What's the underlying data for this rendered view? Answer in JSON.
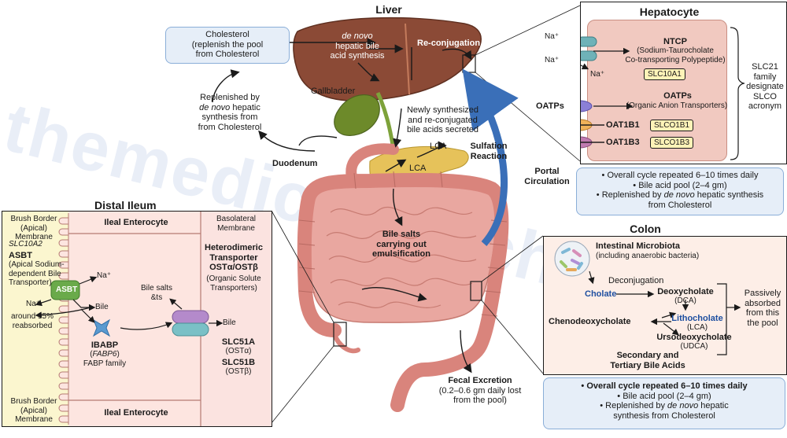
{
  "liver": {
    "title": "Liver",
    "denovo_1": "de novo",
    "denovo_2": "hepatic bile",
    "denovo_3": "acid synthesis",
    "reconjugation": "Re-conjugation",
    "gallbladder": "Gallbladder",
    "secreted": [
      "Newly synthesized",
      "and re-conjugated",
      "bile acids secreted"
    ]
  },
  "cholesterol_box": [
    "Cholesterol",
    "(replenish the pool",
    "from Cholesterol"
  ],
  "replenished": {
    "line1": "Replenished by",
    "line2_italic": "de novo",
    "line2_rest": " hepatic",
    "line3": "synthesis from",
    "line4": "from Cholesterol"
  },
  "duodenum": "Duodenum",
  "lca_1": "LCA",
  "lca_2": "LCA",
  "sulfation": [
    "Sulfation",
    "Reaction"
  ],
  "portal": [
    "Portal",
    "Circulation"
  ],
  "bile_salts_center": [
    "Bile salts",
    "carrying out",
    "emulsification"
  ],
  "fecal": {
    "title": "Fecal Excretion",
    "line2": "(0.2–0.6 gm daily lost",
    "line3": "from the pool)"
  },
  "hepatocyte": {
    "title": "Hepatocyte",
    "na1": "Na⁺",
    "na2": "Na⁺",
    "na3": "Na⁺",
    "ntcp": "NTCP",
    "ntcp_desc": [
      "(Sodium-Taurocholate",
      "Co-transporting Polypeptide)"
    ],
    "slc10a1": "SLC10A1",
    "oatps_label": "OATPs",
    "oatps": "OATPs",
    "oatps_desc": "(Organic Anion Transporters)",
    "oat1b1": "OAT1B1",
    "slco1b1": "SLCO1B1",
    "oat1b3": "OAT1B3",
    "slco1b3": "SLCO1B3",
    "slc21": [
      "SLC21",
      "family",
      "designate",
      "SLCO",
      "acronym"
    ]
  },
  "cycle_top": [
    "• Overall cycle repeated 6–10 times daily",
    "• Bile acid pool (2–4 gm)",
    "• Replenished by ",
    "de novo",
    " hepatic synthesis",
    "from Cholesterol"
  ],
  "ileum": {
    "title": "Distal Ileum",
    "brush_top": [
      "Brush Border",
      "(Apical) Membrane"
    ],
    "enterocyte_top": "Ileal Enterocyte",
    "basolateral": [
      "Basolateral",
      "Membrane"
    ],
    "slc10a2": "SLC10A2",
    "asbt_title": "ASBT",
    "asbt_desc": [
      "(Apical Sodium-",
      "dependent Bile",
      "Transporter)"
    ],
    "asbt": "ASBT",
    "na_out": "Na⁺",
    "na_in": "Na⁺",
    "bile": "Bile",
    "reabsorbed": [
      "around 95%",
      "reabsorbed"
    ],
    "ibabp": "IBABP",
    "fabp6": "FABP6",
    "fabp_family": "FABP family",
    "bile_salts": [
      "Bile salts",
      "&ts"
    ],
    "hetero": [
      "Heterodimeric",
      "Transporter",
      "OSTα/OSTβ"
    ],
    "hetero_desc": [
      "(Organic Solute",
      "Transporters)"
    ],
    "bile_right": "Bile",
    "slc51a": "SLC51A",
    "ostalpha": "(OSTα)",
    "slc51b": "SLC51B",
    "ostbeta": "(OSTβ)",
    "brush_bottom": [
      "Brush Border",
      "(Apical)",
      "Membrane"
    ],
    "enterocyte_bottom": "Ileal Enterocyte"
  },
  "colon": {
    "title": "Colon",
    "microbiota": "Intestinal Microbiota",
    "microbiota_sub": "(including anaerobic bacteria)",
    "deconjugation": "Deconjugation",
    "cholate": "Cholate",
    "deoxycholate": "Deoxycholate",
    "dca": "(DCA)",
    "chenodeoxycholate": "Chenodeoxycholate",
    "lithocholate": "Lithocholate",
    "lca": "(LCA)",
    "ursodeoxycholate": "Ursodeoxycholate",
    "udca": "(UDCA)",
    "secondary": [
      "Secondary and",
      "Tertiary Bile Acids"
    ],
    "passive": [
      "Passively",
      "absorbed",
      "from this",
      "the pool"
    ]
  },
  "cycle_bottom": [
    "Overall cycle repeated 6–10 times daily",
    "• Bile acid pool (2–4 gm)",
    "• Replenished by ",
    "de novo",
    " hepatic",
    "synthesis from Cholesterol"
  ],
  "watermark": "themedicalbiochemistrypage.org",
  "colors": {
    "liver": "#8b4a36",
    "gallbladder": "#6d8a2a",
    "intestine": "#e9a7a0",
    "pancreas": "#e6c25a",
    "portal": "#3a6fb8",
    "hepatocyte_bg": "#f1c9c0",
    "ileum_left": "#fbf6cf",
    "ileum_mid": "#fde5e0",
    "colon_bg": "#fdeee7",
    "infobox": "#e6eef8"
  }
}
